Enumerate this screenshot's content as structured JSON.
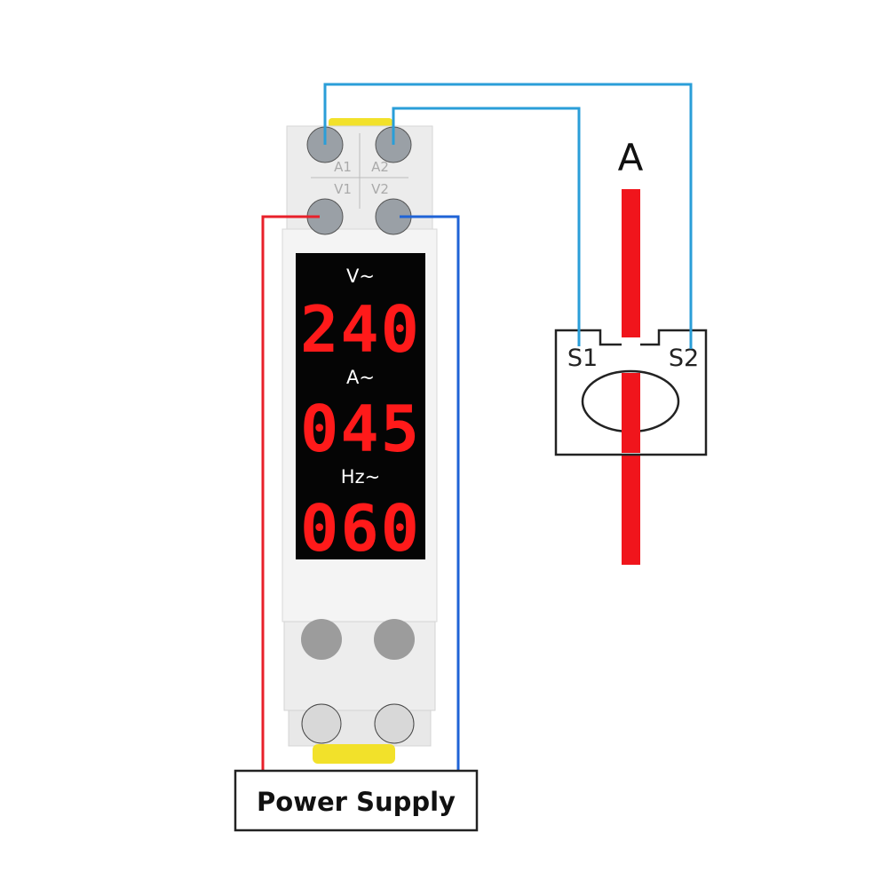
{
  "device": {
    "terminals": {
      "top_left": "A1",
      "top_right": "A2",
      "bottom_left": "V1",
      "bottom_right": "V2"
    },
    "displays": [
      {
        "unit": "V~",
        "value": "240"
      },
      {
        "unit": "A~",
        "value": "045"
      },
      {
        "unit": "Hz~",
        "value": "060"
      }
    ]
  },
  "current_transformer": {
    "s1": "S1",
    "s2": "S2"
  },
  "conductor_label": "A",
  "power_supply_label": "Power Supply",
  "colors": {
    "red_wire": "#e8202a",
    "blue_wire": "#1f63d6",
    "ct_wire": "#2a9ed8",
    "display_red": "#ff1a1a",
    "clip_yellow": "#f2e12a"
  }
}
